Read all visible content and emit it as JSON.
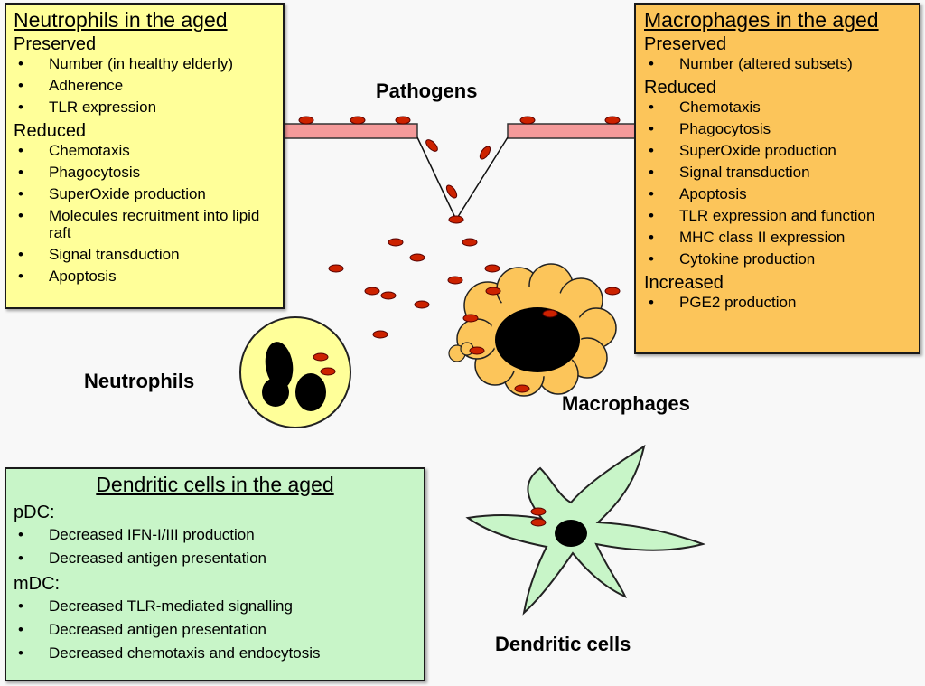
{
  "labels": {
    "pathogens": "Pathogens",
    "neutrophils": "Neutrophils",
    "macrophages": "Macrophages",
    "dendritic_cells": "Dendritic cells"
  },
  "neutrophils_box": {
    "title": "Neutrophils in the aged",
    "preserved_heading": "Preserved",
    "preserved": [
      "Number (in healthy elderly)",
      "Adherence",
      "TLR expression"
    ],
    "reduced_heading": "Reduced",
    "reduced": [
      "Chemotaxis",
      "Phagocytosis",
      "SuperOxide production",
      "Molecules recruitment into lipid raft",
      "Signal transduction",
      "Apoptosis"
    ]
  },
  "macrophages_box": {
    "title": "Macrophages in the aged",
    "preserved_heading": "Preserved",
    "preserved": [
      "Number  (altered subsets)"
    ],
    "reduced_heading": "Reduced",
    "reduced": [
      "Chemotaxis",
      "Phagocytosis",
      "SuperOxide production",
      "Signal transduction",
      "Apoptosis",
      "TLR expression and function",
      "MHC class II expression",
      "Cytokine production"
    ],
    "increased_heading": "Increased",
    "increased": [
      "PGE2 production"
    ]
  },
  "dendritic_box": {
    "title": "Dendritic cells in the aged",
    "pdc_heading": "pDC:",
    "pdc": [
      "Decreased IFN-I/III production",
      "Decreased antigen presentation"
    ],
    "mdc_heading": "mDC:",
    "mdc": [
      "Decreased TLR-mediated signalling",
      "Decreased antigen presentation",
      "Decreased chemotaxis and endocytosis"
    ]
  },
  "colors": {
    "neutrophil_box": "#ffff99",
    "macrophage_box": "#fcc55a",
    "dendritic_box": "#c8f5c8",
    "barrier": "#f49a9a",
    "pathogen": "#cc2200",
    "macrophage_cell": "#fcc55a",
    "dendritic_cell": "#c8f5c8",
    "nucleus": "#000000"
  }
}
